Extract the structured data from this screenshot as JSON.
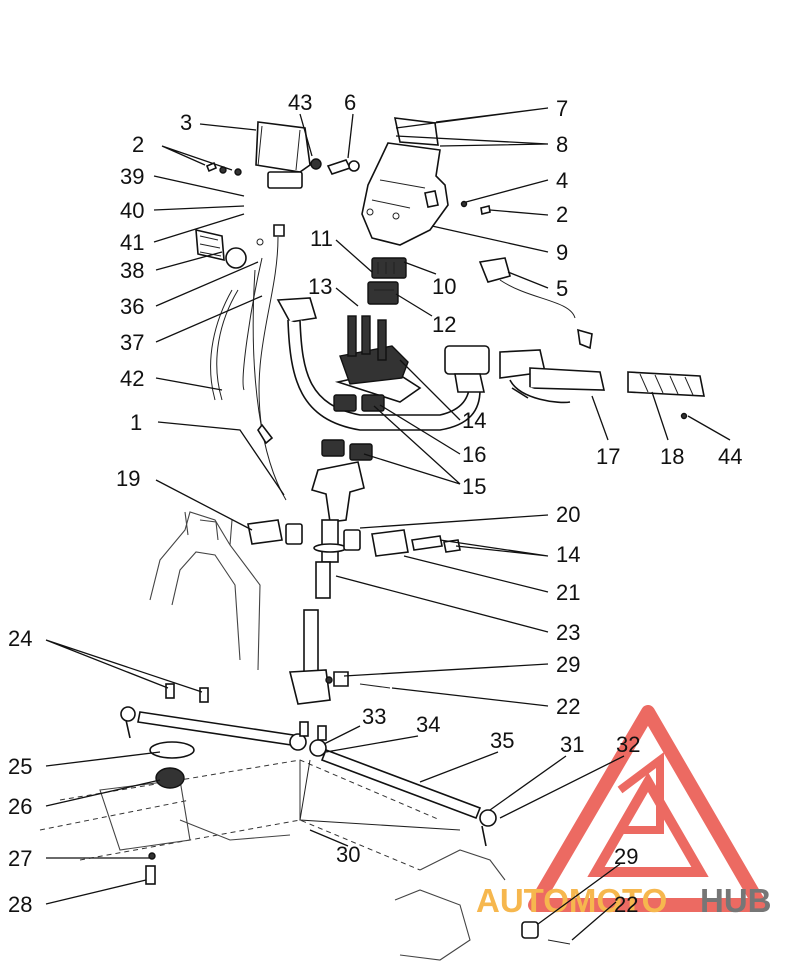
{
  "callouts": [
    "1",
    "2",
    "3",
    "4",
    "5",
    "6",
    "7",
    "8",
    "9",
    "10",
    "11",
    "12",
    "13",
    "14",
    "15",
    "16",
    "17",
    "18",
    "19",
    "20",
    "21",
    "22",
    "23",
    "24",
    "25",
    "26",
    "27",
    "28",
    "29",
    "30",
    "31",
    "32",
    "33",
    "34",
    "35",
    "36",
    "37",
    "38",
    "39",
    "40",
    "41",
    "42",
    "43",
    "44"
  ],
  "watermark": {
    "brand_part1": "AUTOMOTO",
    "brand_part2": "HUB",
    "color_primary": "#e8453c",
    "color_accent": "#f5a623",
    "color_dark": "#555555"
  }
}
